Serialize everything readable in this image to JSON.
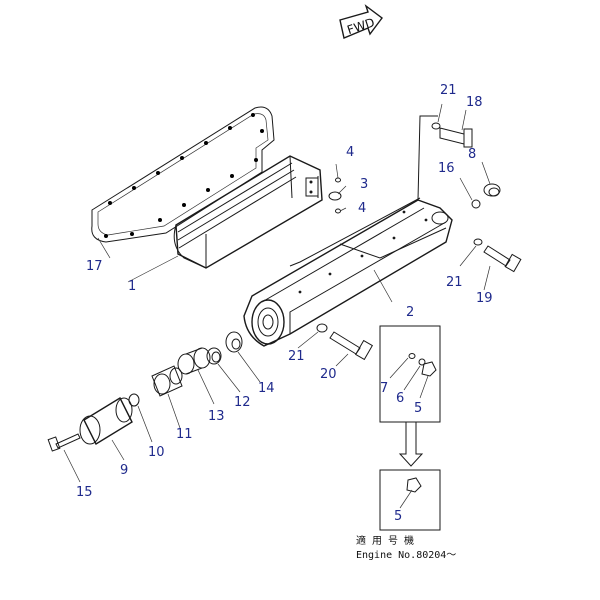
{
  "fwd_label": "FWD",
  "caption_line1": "適 用 号 機",
  "caption_line2": "Engine No.80204～",
  "callouts": {
    "c1": "1",
    "c2": "2",
    "c3": "3",
    "c4a": "4",
    "c4b": "4",
    "c5a": "5",
    "c5b": "5",
    "c6": "6",
    "c7": "7",
    "c8": "8",
    "c9": "9",
    "c10": "10",
    "c11": "11",
    "c12": "12",
    "c13": "13",
    "c14": "14",
    "c15": "15",
    "c16": "16",
    "c17": "17",
    "c18": "18",
    "c19": "19",
    "c20": "20",
    "c21a": "21",
    "c21b": "21",
    "c21c": "21"
  },
  "colors": {
    "callout": "#1f2a8c",
    "line": "#1a1a1a"
  }
}
